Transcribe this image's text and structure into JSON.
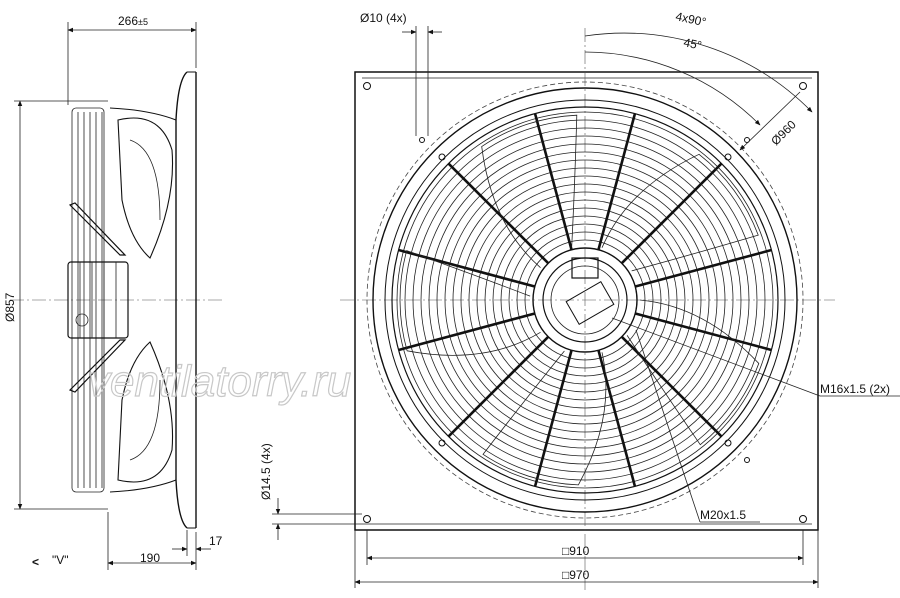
{
  "side_view": {
    "depth_label": "266",
    "depth_tolerance": "±5",
    "diameter_label": "Ø857",
    "base_label": "190",
    "flange_label": "17",
    "view_marker": "<",
    "view_label": "\"V\""
  },
  "front_view": {
    "hole_label": "Ø10 (4x)",
    "angle_label_1": "4x90°",
    "angle_label_2": "45°",
    "bolt_circle_label": "Ø960",
    "mount_hole_label": "Ø14.5 (4x)",
    "thread_label_1": "M16x1.5 (2x)",
    "thread_label_2": "M20x1.5",
    "inner_width_label": "□910",
    "outer_width_label": "□970"
  },
  "watermark": "ventilatorry.ru"
}
